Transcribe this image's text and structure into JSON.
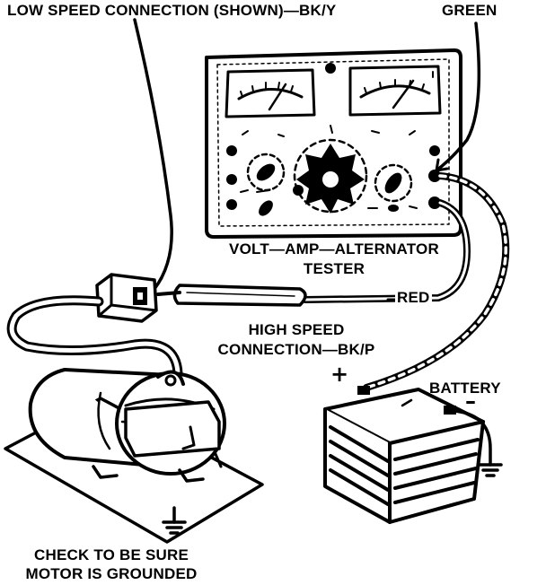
{
  "labels": {
    "low_speed": "LOW SPEED CONNECTION (SHOWN)—BK/Y",
    "green": "GREEN",
    "tester_line1": "VOLT—AMP—ALTERNATOR",
    "tester_line2": "TESTER",
    "red": "RED",
    "high_speed_line1": "HIGH SPEED",
    "high_speed_line2": "CONNECTION—BK/P",
    "battery": "BATTERY",
    "plus": "+",
    "minus": "–",
    "check_line1": "CHECK TO BE SURE",
    "check_line2": "MOTOR IS GROUNDED"
  },
  "colors": {
    "ink": "#000000",
    "paper": "#ffffff"
  }
}
